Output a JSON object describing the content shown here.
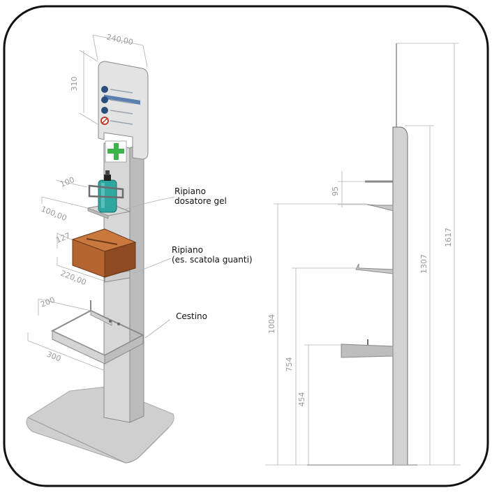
{
  "colors": {
    "frame": "#111111",
    "steel": "#d4d4d4",
    "steel_dark": "#b8b8b8",
    "box": "#b0652c",
    "bottle": "#2fa6a0",
    "cross": "#3db34a",
    "dimension": "#9a9a9a"
  },
  "iso_dimensions": {
    "panel_width": "240,00",
    "panel_height": "310",
    "gel_shelf_depth": "100",
    "gel_shelf_width": "100,00",
    "glove_shelf_depth": "127",
    "glove_shelf_width": "220,00",
    "basket_depth": "200",
    "basket_width": "300"
  },
  "labels": {
    "gel_shelf_line1": "Ripiano",
    "gel_shelf_line2": "dosatore gel",
    "glove_shelf_line1": "Ripiano",
    "glove_shelf_line2": "(es. scatola guanti)",
    "basket": "Cestino"
  },
  "side_dimensions": {
    "gap_95": "95",
    "h_1004": "1004",
    "h_754": "754",
    "h_454": "454",
    "h_1307": "1307",
    "h_1617": "1617"
  },
  "icons": [
    "pharmacy-cross-icon",
    "hand-wash-step-icon",
    "no-entry-icon",
    "gel-bottle-icon",
    "glove-box-icon"
  ]
}
